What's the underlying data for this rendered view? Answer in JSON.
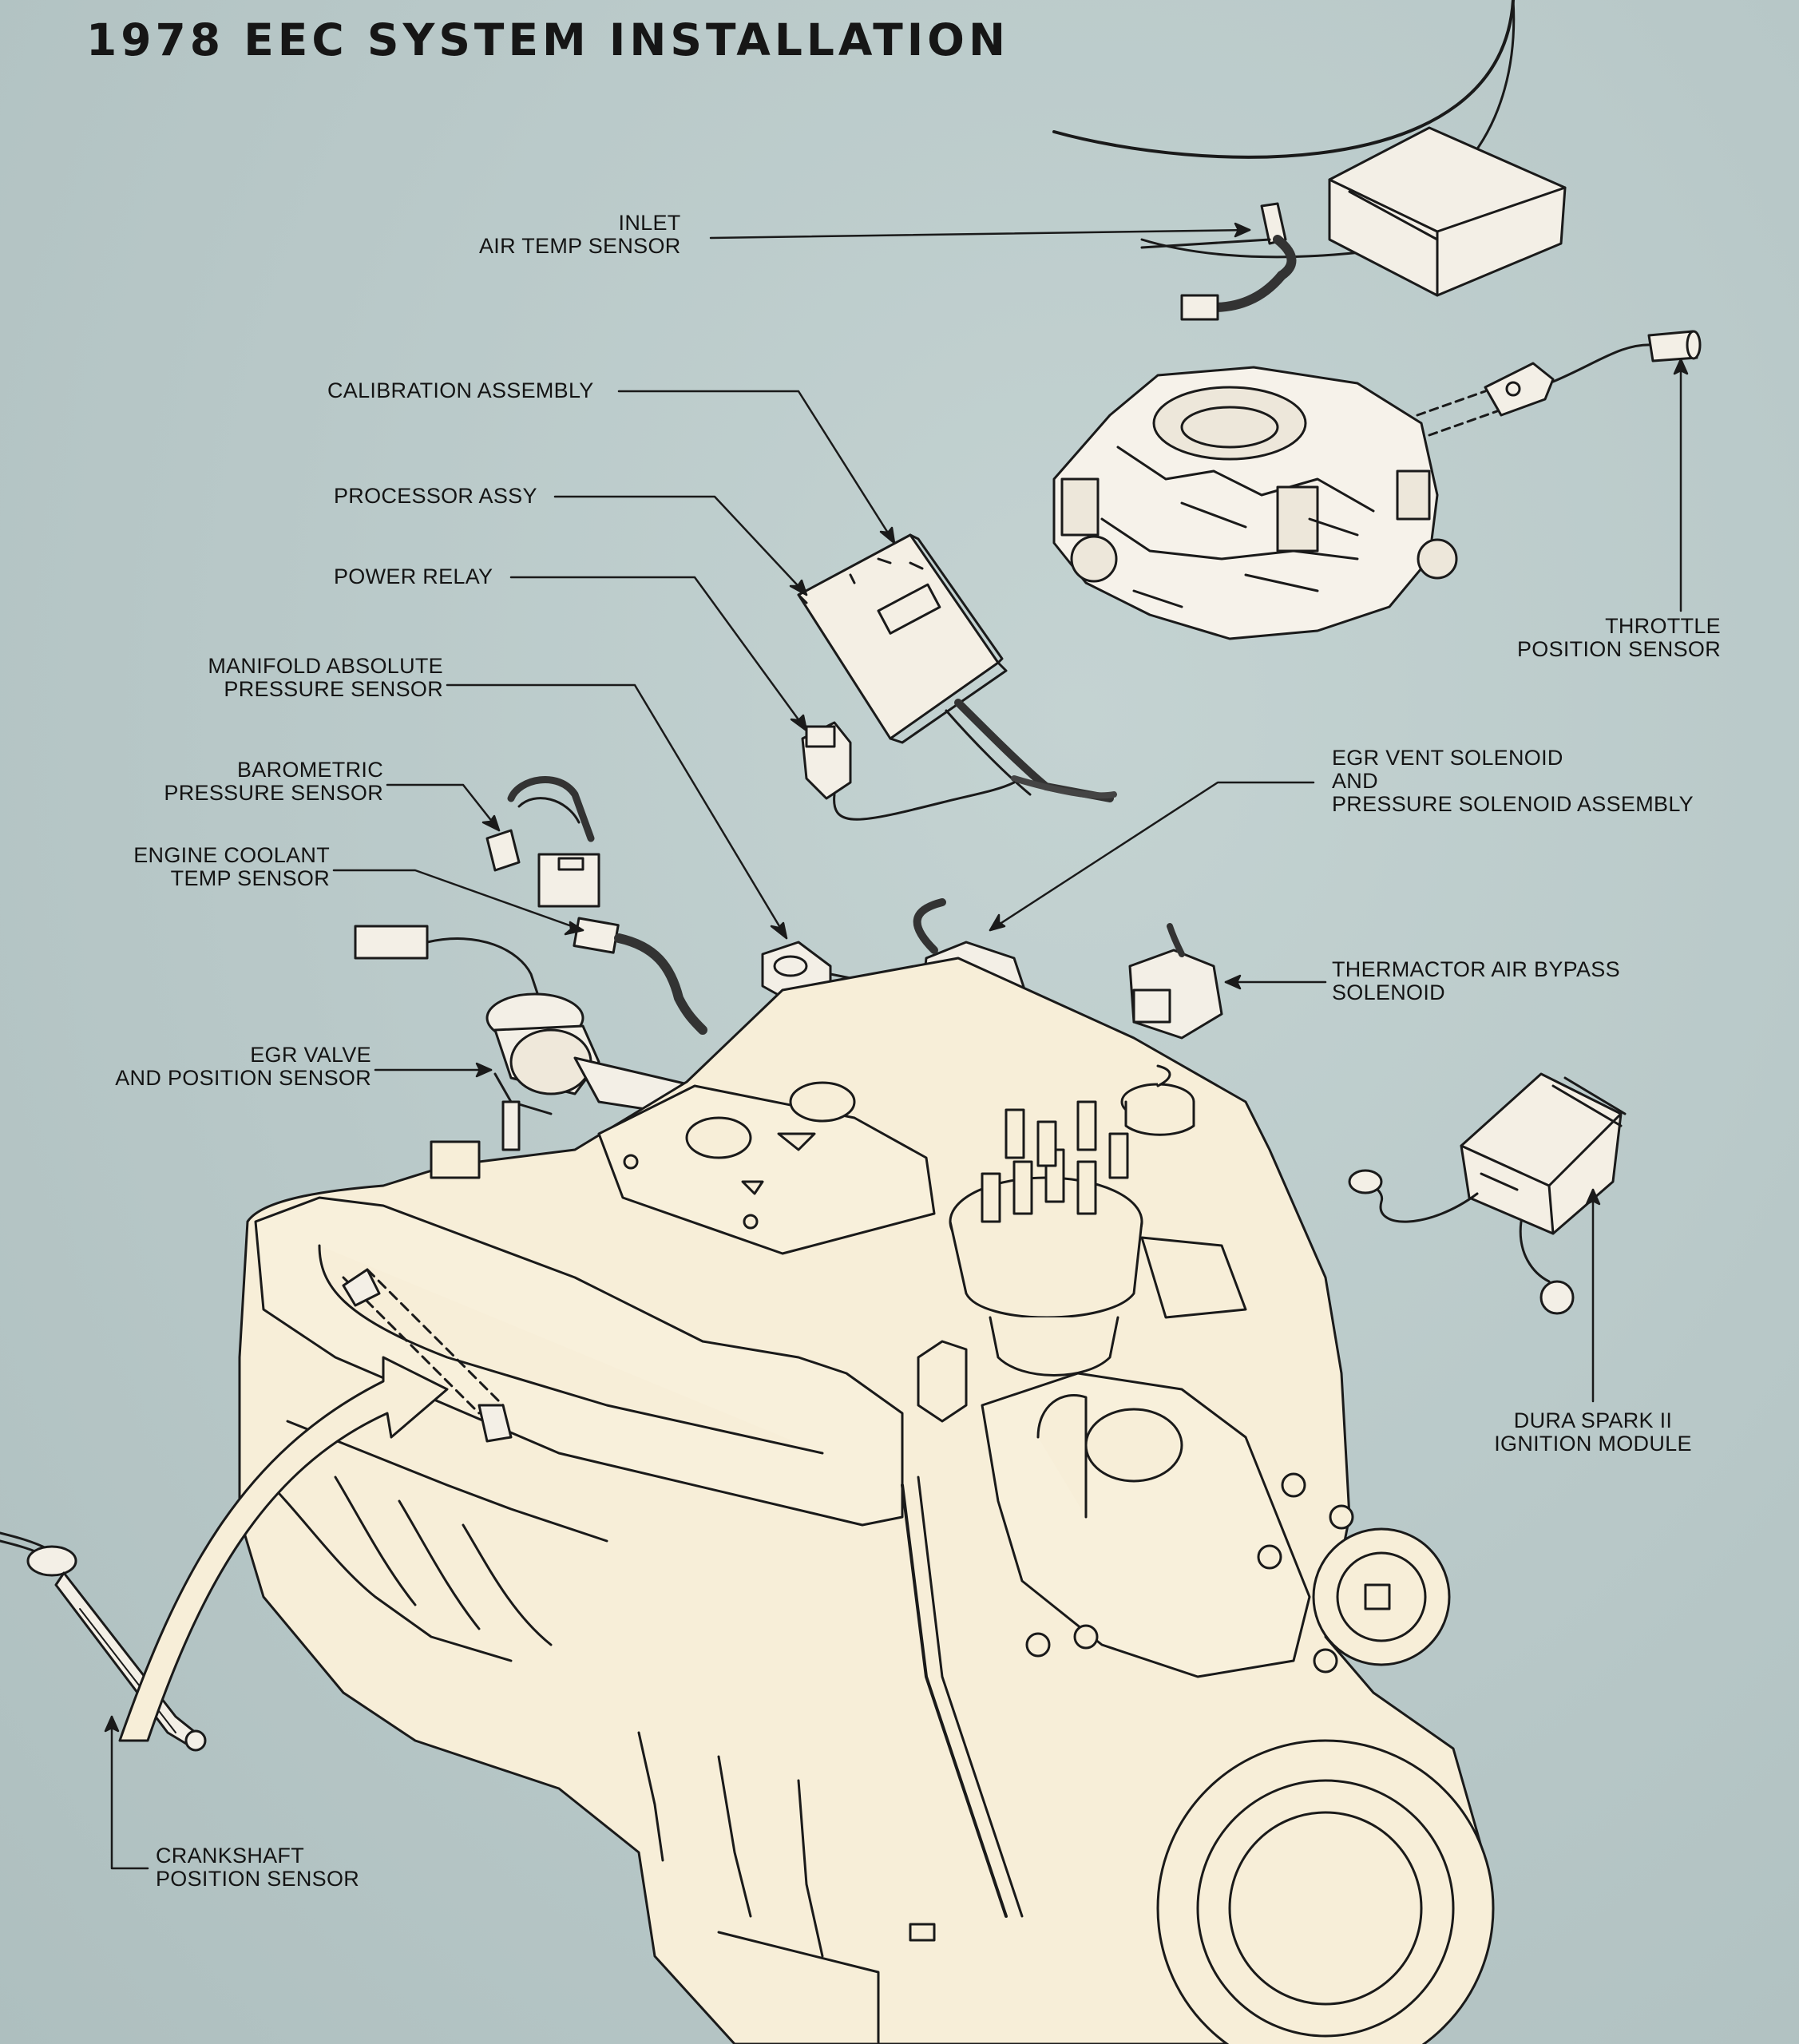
{
  "title": "1978 EEC SYSTEM INSTALLATION",
  "labels": {
    "inlet_air_temp": [
      "INLET",
      "AIR TEMP SENSOR"
    ],
    "calibration_assembly": [
      "CALIBRATION ASSEMBLY"
    ],
    "processor_assy": [
      "PROCESSOR ASSY"
    ],
    "power_relay": [
      "POWER RELAY"
    ],
    "map_sensor": [
      "MANIFOLD ABSOLUTE",
      "PRESSURE SENSOR"
    ],
    "barometric": [
      "BAROMETRIC",
      "PRESSURE SENSOR"
    ],
    "coolant_temp": [
      "ENGINE COOLANT",
      "TEMP SENSOR"
    ],
    "egr_valve": [
      "EGR VALVE",
      "AND POSITION SENSOR"
    ],
    "egr_solenoid": [
      "EGR VENT SOLENOID",
      "AND",
      "PRESSURE SOLENOID ASSEMBLY"
    ],
    "thermactor": [
      "THERMACTOR AIR BYPASS",
      "SOLENOID"
    ],
    "throttle_position": [
      "THROTTLE",
      "POSITION SENSOR"
    ],
    "dura_spark": [
      "DURA SPARK II",
      "IGNITION MODULE"
    ],
    "crankshaft": [
      "CRANKSHAFT",
      "POSITION SENSOR"
    ]
  },
  "colors": {
    "background": "#b9c9c9",
    "engine_fill": "#f7eed8",
    "line": "#1a1a1a"
  }
}
